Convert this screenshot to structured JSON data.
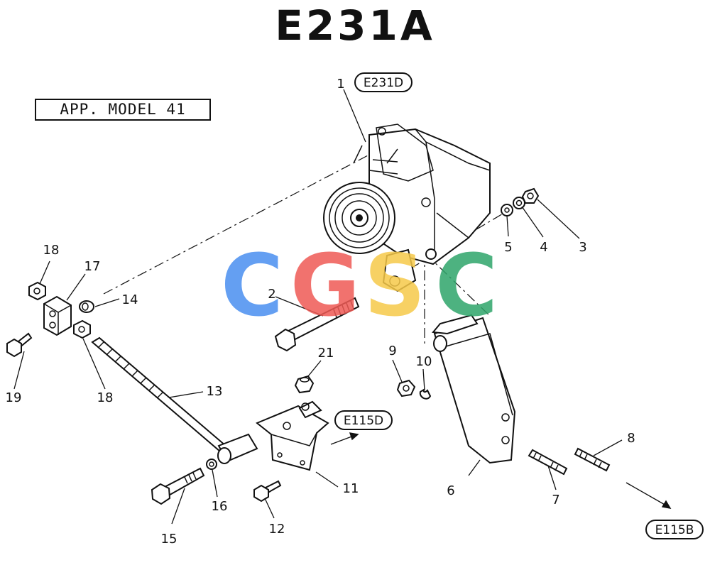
{
  "title": "E231A",
  "model_label": "APP. MODEL 41",
  "watermark": {
    "letters": [
      "C",
      "G",
      "S",
      "C"
    ],
    "colors": [
      "#4a8ff0",
      "#ef5a55",
      "#f6c949",
      "#2fa56a"
    ]
  },
  "references": {
    "alternator": "E231D",
    "bracket": "E115D",
    "studs": "E115B"
  },
  "callouts": {
    "c1": "1",
    "c2": "2",
    "c3": "3",
    "c4": "4",
    "c5": "5",
    "c6": "6",
    "c7": "7",
    "c8": "8",
    "c9": "9",
    "c10": "10",
    "c11": "11",
    "c12": "12",
    "c13": "13",
    "c14": "14",
    "c15": "15",
    "c16": "16",
    "c17": "17",
    "c18a": "18",
    "c18b": "18",
    "c19": "19",
    "c21": "21"
  }
}
